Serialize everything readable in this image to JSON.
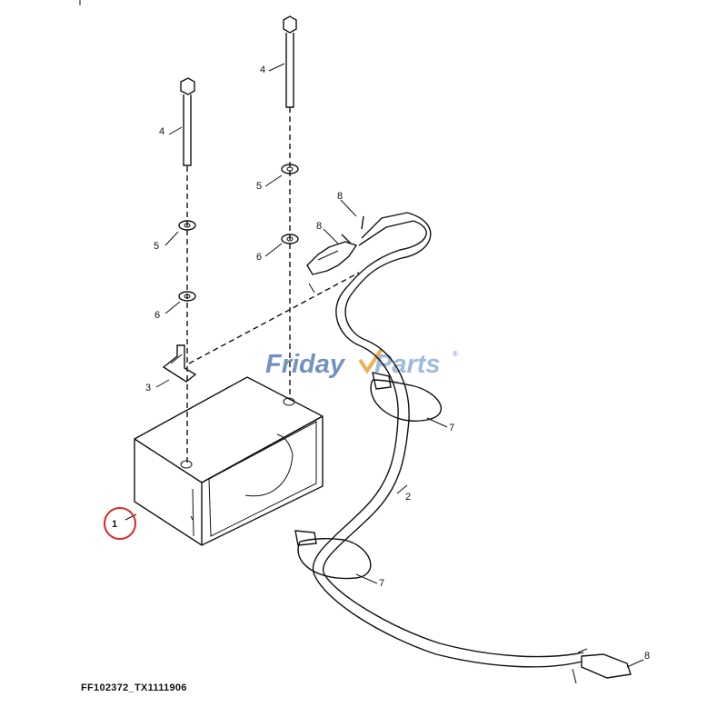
{
  "diagram": {
    "caption": "FF102372_TX1111906",
    "watermark": {
      "part1": "Friday",
      "part2": "Parts",
      "mark": "®",
      "color_dark": "#5a7fb5",
      "color_light": "#8fb0d8",
      "accent": "#e8a33a"
    },
    "highlight_color": "#d62828",
    "callouts": [
      {
        "id": "c1",
        "label": "1"
      },
      {
        "id": "c2",
        "label": "2"
      },
      {
        "id": "c3",
        "label": "3"
      },
      {
        "id": "c4a",
        "label": "4"
      },
      {
        "id": "c4b",
        "label": "4"
      },
      {
        "id": "c5a",
        "label": "5"
      },
      {
        "id": "c5b",
        "label": "5"
      },
      {
        "id": "c6a",
        "label": "6"
      },
      {
        "id": "c6b",
        "label": "6"
      },
      {
        "id": "c7a",
        "label": "7"
      },
      {
        "id": "c7b",
        "label": "7"
      },
      {
        "id": "c8a",
        "label": "8"
      },
      {
        "id": "c8b",
        "label": "8"
      },
      {
        "id": "c8c",
        "label": "8"
      }
    ]
  }
}
